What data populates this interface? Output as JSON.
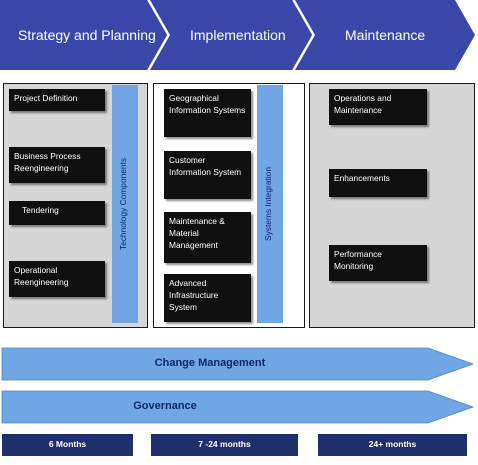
{
  "colors": {
    "phase_arrow": "#3a47a8",
    "phase_arrow_dark": "#2a3590",
    "flow_arrow": "#6fa6e3",
    "vertical_bar": "#6fa6e3",
    "box": "#0f0f0f",
    "timeline": "#1f2f6e",
    "panel_gray": "#d6d6d6"
  },
  "phases": [
    {
      "label": "Strategy and Planning"
    },
    {
      "label": "Implementation"
    },
    {
      "label": "Maintenance"
    }
  ],
  "strategy": {
    "boxes": [
      "Project Definition",
      "Business Process Reengineering",
      "Tendering",
      "Operational Reengineering"
    ],
    "vertical_label": "Technology Components"
  },
  "implementation": {
    "boxes": [
      "Geographical Information Systems",
      "Customer Information System",
      "Maintenance & Material Management",
      "Advanced Infrastructure System"
    ],
    "vertical_label": "Systems Integration"
  },
  "maintenance": {
    "boxes": [
      "Operations and Maintenance",
      "Enhancements",
      "Performance Monitoring"
    ]
  },
  "flows": [
    {
      "label": "Change Management"
    },
    {
      "label": "Governance"
    }
  ],
  "timeline": [
    "6 Months",
    "7 -24 months",
    "24+ months"
  ]
}
